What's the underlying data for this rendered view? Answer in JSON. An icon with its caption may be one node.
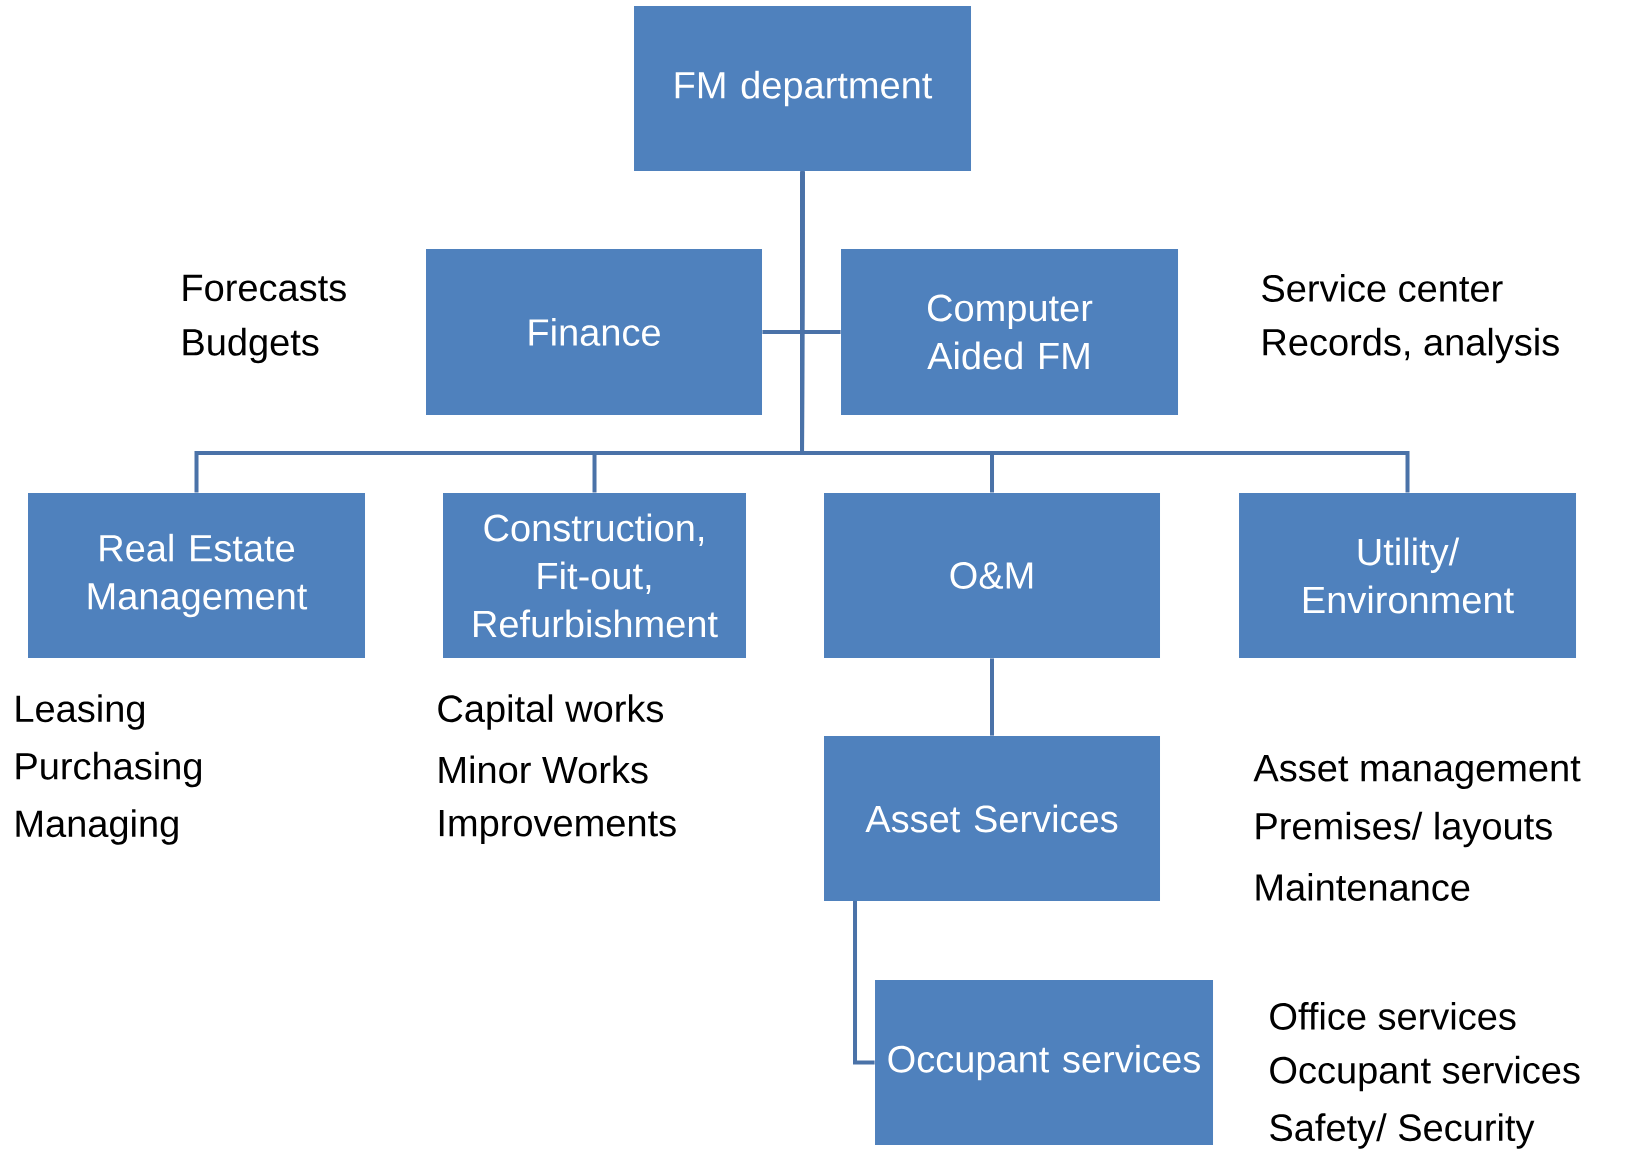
{
  "diagram": {
    "nodes": [
      {
        "text": [
          "FM department"
        ]
      },
      {
        "text": [
          "Finance"
        ],
        "beside": [
          "Forecasts",
          "Budgets"
        ]
      },
      {
        "text": [
          "Computer Aided FM"
        ],
        "beside": [
          "Service center",
          "Records, analysis"
        ]
      },
      {
        "text": [
          "Real Estate Management"
        ],
        "beside": [
          "Leasing",
          "Purchasing",
          "Managing"
        ]
      },
      {
        "text": [
          "Construction, Fit-out, Refurbishment"
        ],
        "beside": [
          "Capital works",
          "Minor Works",
          "Improvements"
        ]
      },
      {
        "text": [
          "O&M"
        ]
      },
      {
        "text": [
          "Utility/ Environment"
        ]
      },
      {
        "text": [
          "Asset Services"
        ],
        "beside": [
          "Asset management",
          "Premises/ layouts",
          "Maintenance"
        ]
      },
      {
        "text": [
          "Occupant services"
        ],
        "beside": [
          "Office services",
          "Occupant services",
          "Safety/ Security"
        ]
      }
    ],
    "edges": [
      {
        "from": 0,
        "to": 1,
        "arrow": "none"
      },
      {
        "from": 0,
        "to": 2,
        "arrow": "none"
      },
      {
        "from": 0,
        "to": 3,
        "arrow": "none"
      },
      {
        "from": 0,
        "to": 4,
        "arrow": "none"
      },
      {
        "from": 0,
        "to": 5,
        "arrow": "none"
      },
      {
        "from": 0,
        "to": 6,
        "arrow": "none"
      },
      {
        "from": 5,
        "to": 7,
        "arrow": "none"
      },
      {
        "from": 7,
        "to": 8,
        "arrow": "none"
      }
    ]
  }
}
